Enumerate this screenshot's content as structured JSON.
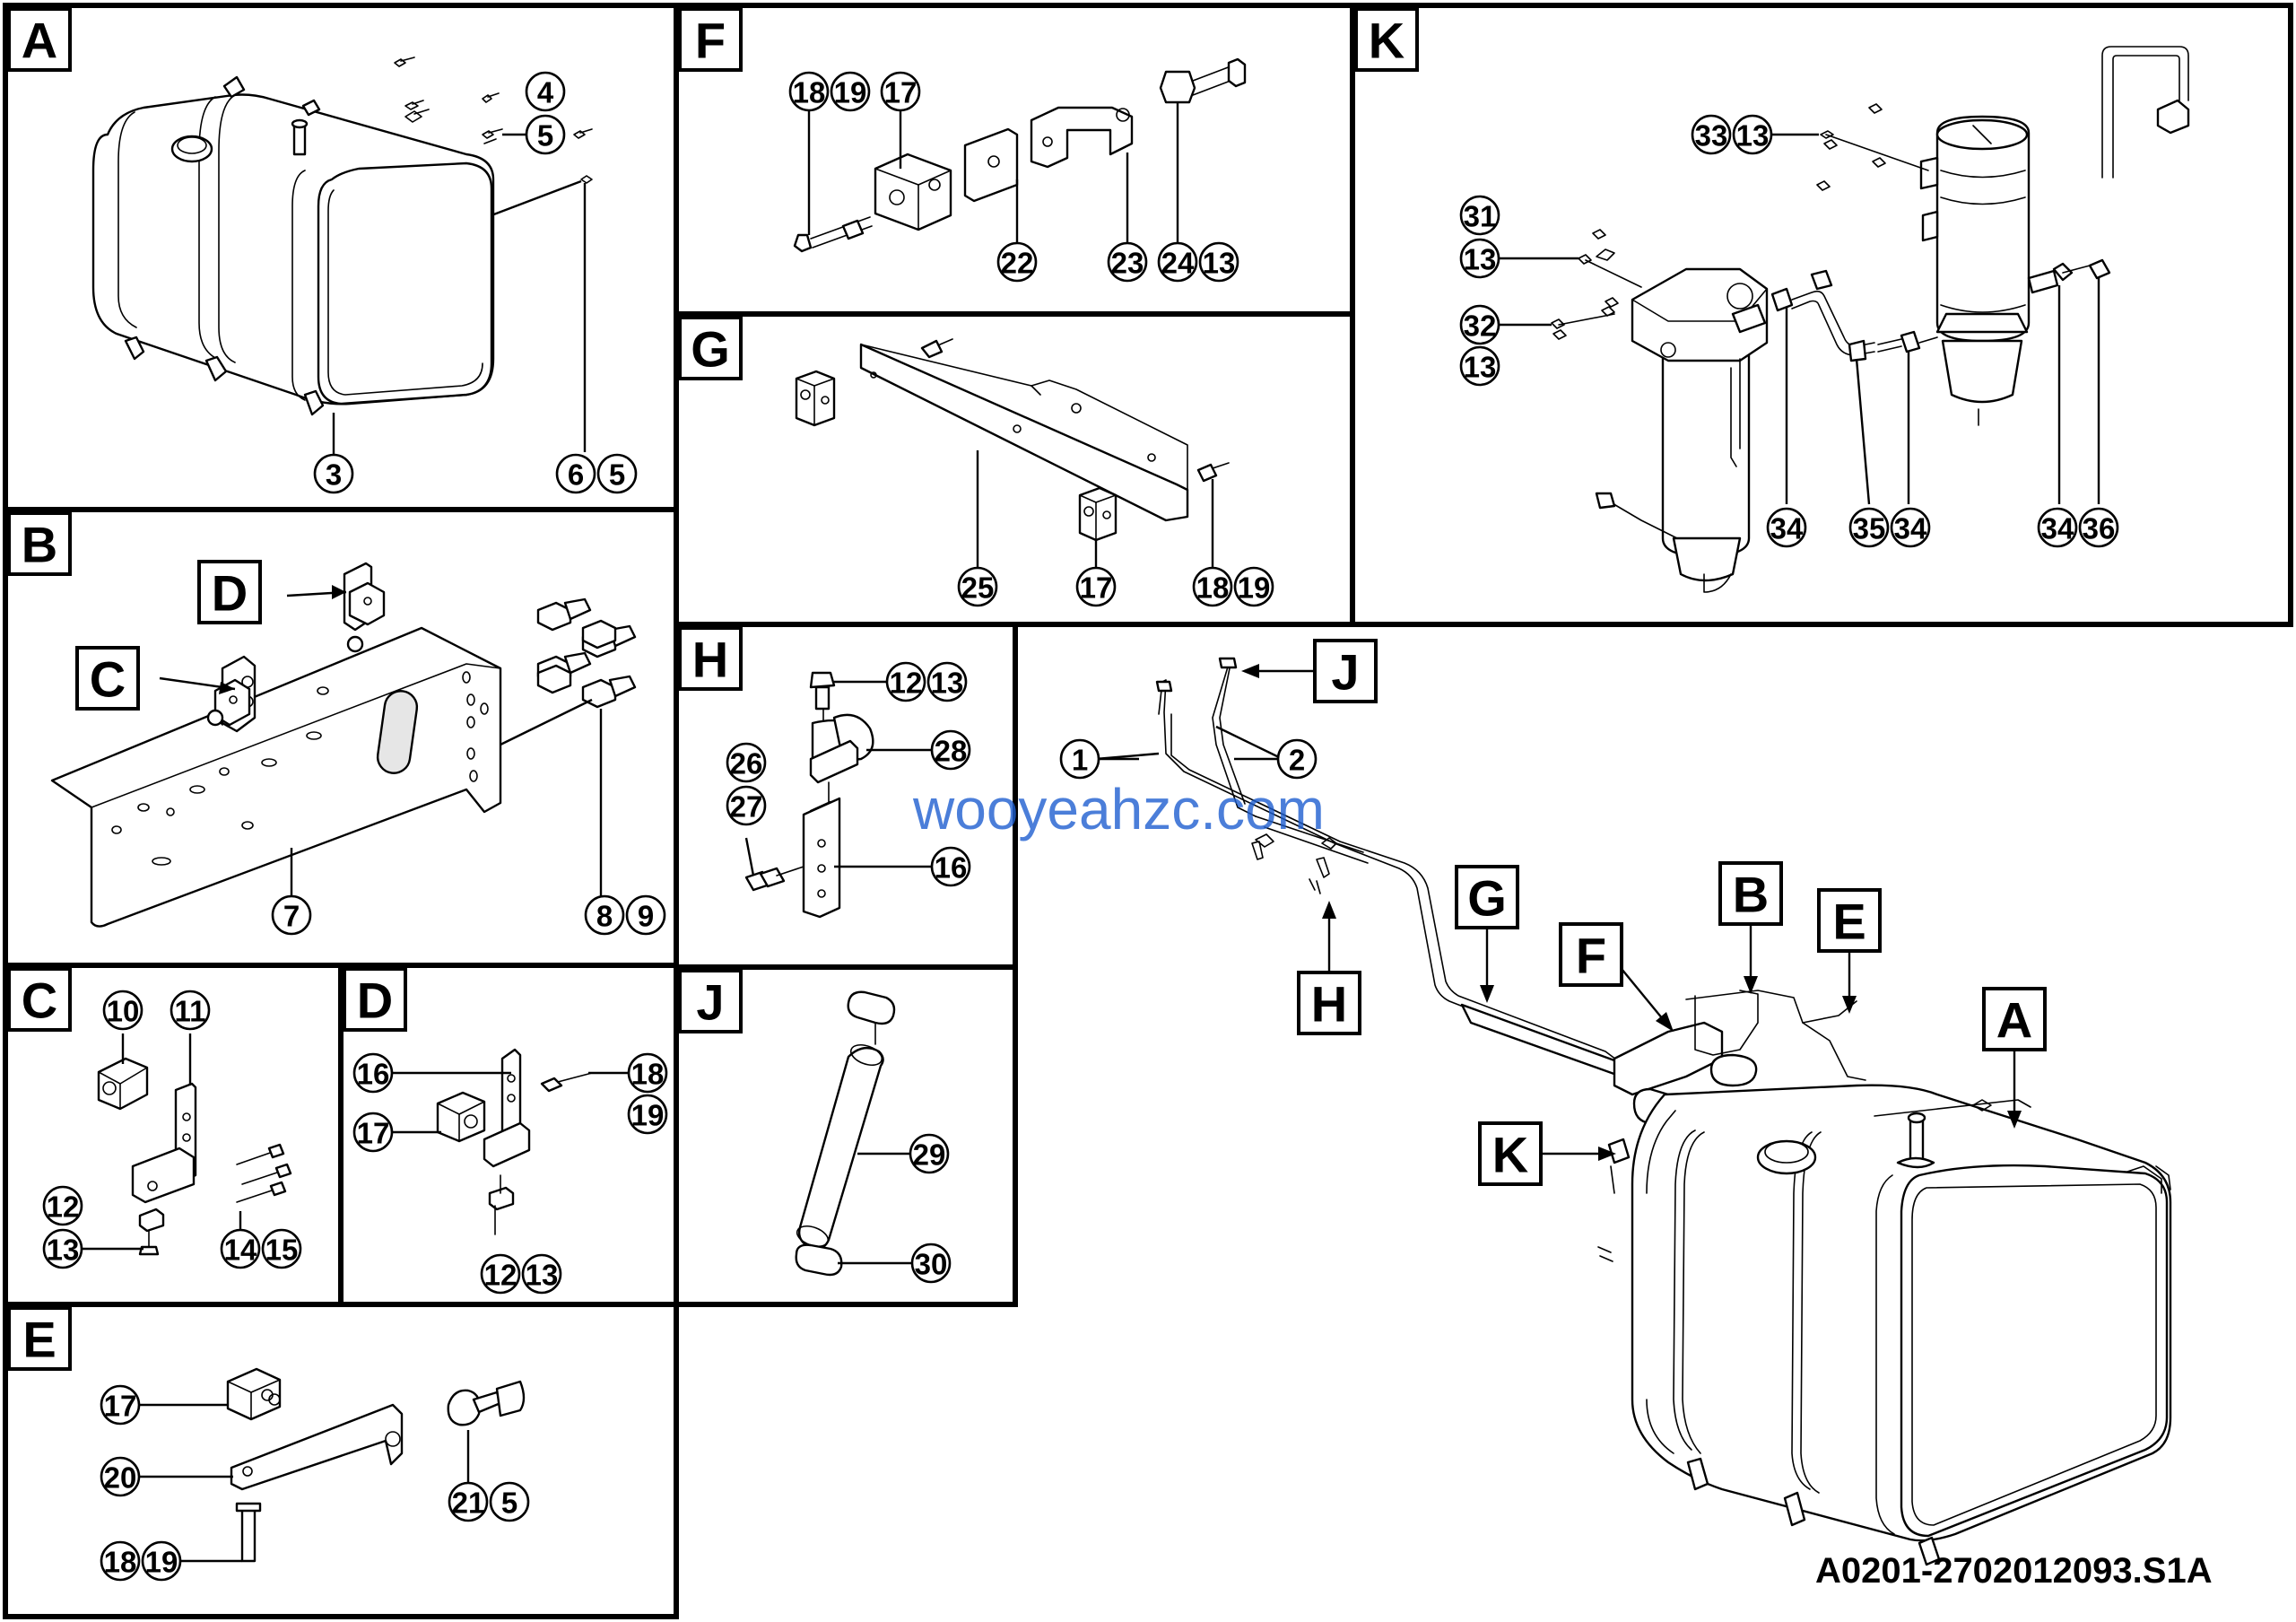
{
  "reference_code": "A0201-2702012093.S1A",
  "watermark": "wooyeahzc.com",
  "sections": {
    "A": {
      "label": "A",
      "callouts": [
        "3",
        "4",
        "5",
        "6",
        "5"
      ]
    },
    "B": {
      "label": "B",
      "callouts": [
        "7",
        "8",
        "9"
      ],
      "keys": [
        "C",
        "D"
      ]
    },
    "C": {
      "label": "C",
      "callouts": [
        "10",
        "11",
        "12",
        "13",
        "14",
        "15"
      ]
    },
    "D": {
      "label": "D",
      "callouts": [
        "16",
        "17",
        "18",
        "19",
        "12",
        "13"
      ]
    },
    "E": {
      "label": "E",
      "callouts": [
        "17",
        "20",
        "18",
        "19",
        "21",
        "5"
      ]
    },
    "F": {
      "label": "F",
      "callouts": [
        "18",
        "19",
        "17",
        "22",
        "23",
        "24",
        "13"
      ]
    },
    "G": {
      "label": "G",
      "callouts": [
        "25",
        "17",
        "18",
        "19"
      ]
    },
    "H": {
      "label": "H",
      "callouts": [
        "12",
        "13",
        "28",
        "26",
        "27",
        "16"
      ]
    },
    "J": {
      "label": "J",
      "callouts": [
        "29",
        "30"
      ]
    },
    "K": {
      "label": "K",
      "callouts": [
        "33",
        "13",
        "31",
        "13",
        "32",
        "13",
        "34",
        "35",
        "34",
        "34",
        "36"
      ]
    },
    "overview": {
      "callouts": [
        "1",
        "2"
      ],
      "keys": [
        "J",
        "H",
        "G",
        "F",
        "B",
        "E",
        "A",
        "K"
      ]
    }
  }
}
